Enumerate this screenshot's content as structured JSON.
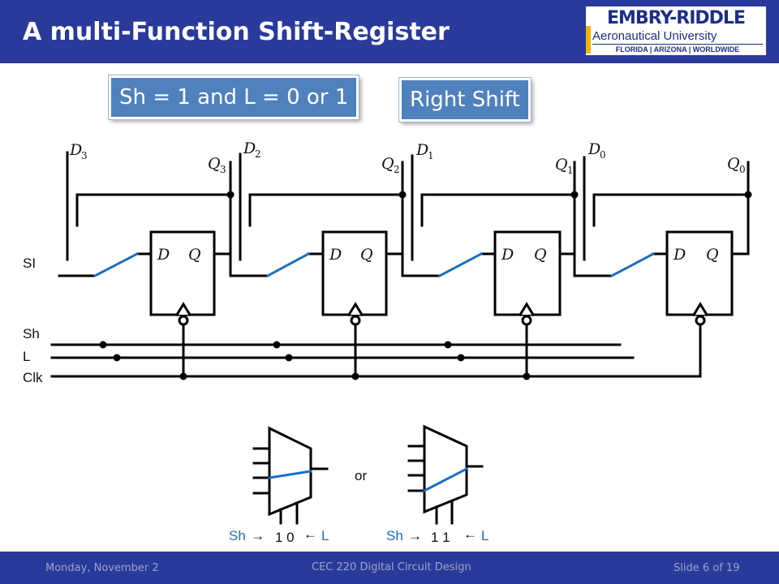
{
  "slide": {
    "title": "A multi-Function Shift-Register",
    "logo": {
      "line1": "EMBRY-RIDDLE",
      "line2": "Aeronautical University",
      "line3": "FLORIDA | ARIZONA | WORLDWIDE"
    },
    "callouts": {
      "condition": "Sh = 1 and L = 0 or 1",
      "mode": "Right Shift"
    },
    "footer": {
      "date": "Monday, November 2",
      "course": "CEC 220 Digital Circuit Design",
      "slide_number": "Slide 6 of 19"
    }
  },
  "diagram": {
    "signals": {
      "serial_in": "SI",
      "shift": "Sh",
      "load": "L",
      "clock": "Clk"
    },
    "flipflops": [
      {
        "d_label": "D",
        "q_label": "Q",
        "input": "D",
        "input_sub": "3",
        "output": "Q",
        "output_sub": "3"
      },
      {
        "d_label": "D",
        "q_label": "Q",
        "input": "D",
        "input_sub": "2",
        "output": "Q",
        "output_sub": "2"
      },
      {
        "d_label": "D",
        "q_label": "Q",
        "input": "D",
        "input_sub": "1",
        "output": "Q",
        "output_sub": "1"
      },
      {
        "d_label": "D",
        "q_label": "Q",
        "input": "D",
        "input_sub": "0",
        "output": "Q",
        "output_sub": "0"
      }
    ],
    "mux_examples": [
      {
        "sh_label": "Sh",
        "arrow_left": "→",
        "bits": "1 0",
        "arrow_right": "←",
        "l_label": "L"
      },
      {
        "sh_label": "Sh",
        "arrow_left": "→",
        "bits": "1 1",
        "arrow_right": "←",
        "l_label": "L"
      }
    ],
    "or_label": "or"
  },
  "colors": {
    "header": "#2a3a9a",
    "button": "#4f81bd",
    "switch": "#1a6fc0"
  }
}
